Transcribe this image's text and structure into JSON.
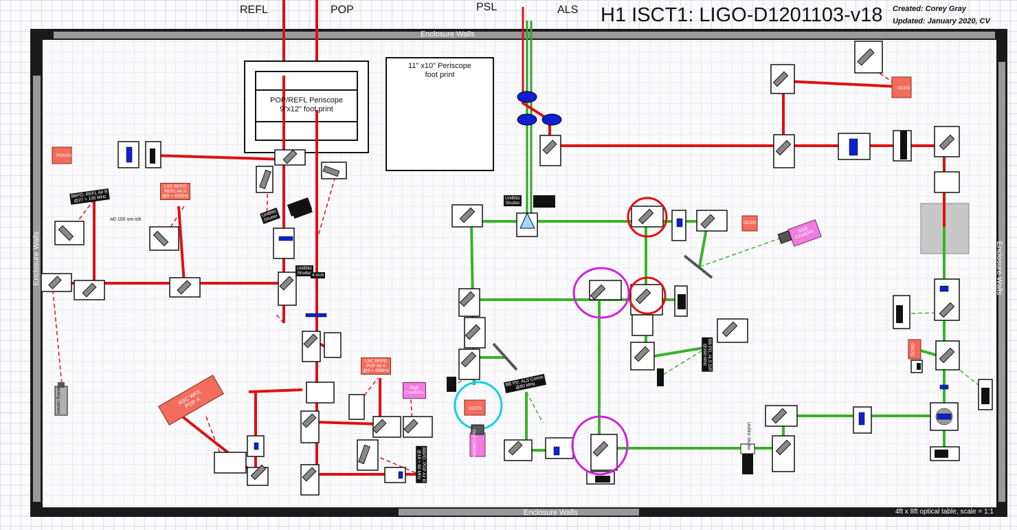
{
  "labels": {
    "refl": "REFL",
    "pop": "POP",
    "psl": "PSL",
    "als": "ALS"
  },
  "title": "H1 ISCT1: LIGO-D1201103-v18",
  "created": "Created: Corey Gray",
  "updated": "Updated: January 2020, CV",
  "walls": {
    "top": "Enclosure Walls",
    "bottom": "Enclosure Walls",
    "left": "Enclosure Walls",
    "right": "Enclosure Walls"
  },
  "scale": "4ft x 8ft optical table, scale = 1:1",
  "periscopes": {
    "pop_refl_line1": "POP/REFL Periscope",
    "pop_refl_line2": "9\"x12\" foot print",
    "big_line1": "11\" x10\" Periscope",
    "big_line2": "foot print"
  },
  "components": {
    "pdass": "PDASS",
    "bbpd_refl_1": "BBPD, REFL Air B",
    "bbpd_refl_2": "@27 + 135 MHz",
    "w0": "w0 100 um-ish",
    "lsc_refl_1": "LSC RFPD",
    "lsc_refl_2": "REFL Air A",
    "lsc_refl_3": "@9 + 45MHz",
    "unibliz_1": "UniBlitz",
    "unibliz_1b": "Shutter",
    "unibliz_2": "UniBlitz",
    "unibliz_2b": "Shutter",
    "unibliz_2c": "4 inch",
    "unibliz_als": "UniBlitz",
    "unibliz_alsb": "Shutter",
    "unibliz_right": "UniBlitz Shutter",
    "lsc_pop_1": "LSC RFPD",
    "lsc_pop_2": "POP Air A",
    "lsc_pop_3": "@9 + 45MHz",
    "gige_pop_1": "GigE",
    "gige_pop_2": "CAMERA",
    "asc_wfs_1": "ASC WFS",
    "asc_wfs_2": "POP X",
    "analog_camera": "analog camera",
    "bbpd_pop_1": "BBPD, POP Air B",
    "bbpd_pop_2": "@18 + 90 MHz",
    "dcpd_1": "DCPD",
    "dcpd_2": "DCPD",
    "dcpd_3": "DCPD",
    "dcpd_4": "DCPD",
    "gige_als_1": "GIGE",
    "gige_als_2": "CAMERA",
    "bbpd_als_comm_1": "BB PD, ALS Comm",
    "bbpd_als_comm_2": "@80 MHz",
    "bbpd_als_diff_1": "BB PD, ALS Diff",
    "bbpd_als_diff_2": "@160 MHz",
    "gige_bottom": "GigE CAMERA"
  }
}
